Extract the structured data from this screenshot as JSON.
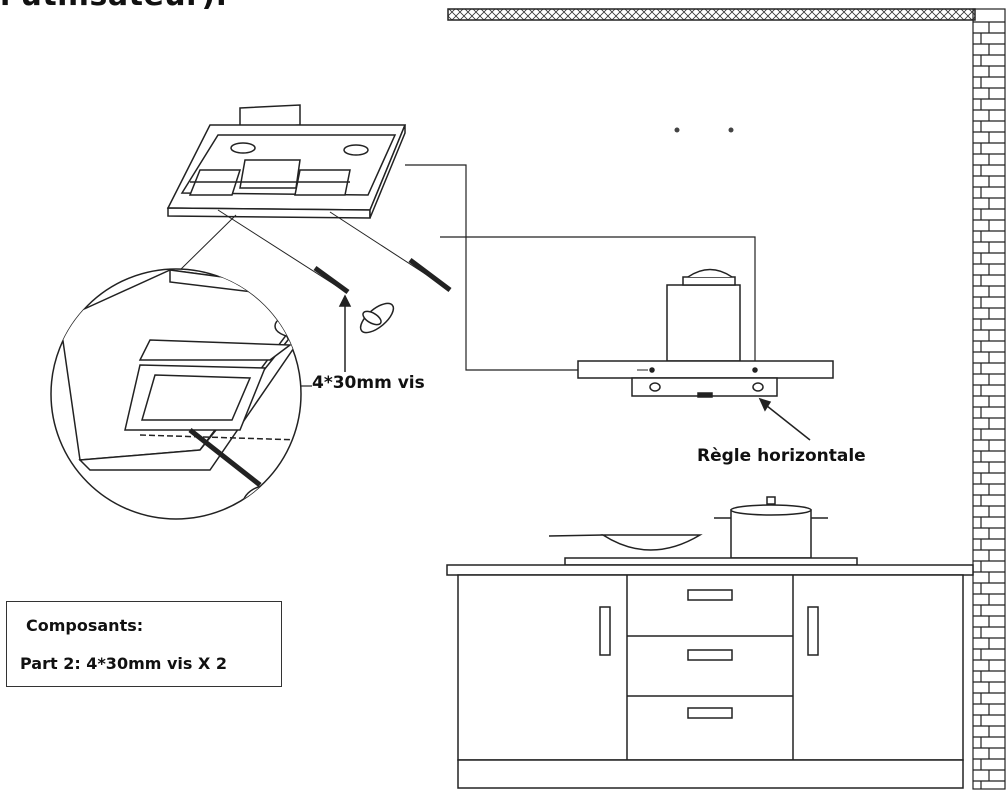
{
  "header": {
    "partial_text": "l'utilisateur)."
  },
  "labels": {
    "screw_callout": "4*30mm vis",
    "level_callout": "Règle horizontale"
  },
  "components": {
    "title": "Composants:",
    "part_line": "Part  2:  4*30mm vis X 2"
  },
  "colors": {
    "line": "#222222",
    "background": "#ffffff"
  }
}
